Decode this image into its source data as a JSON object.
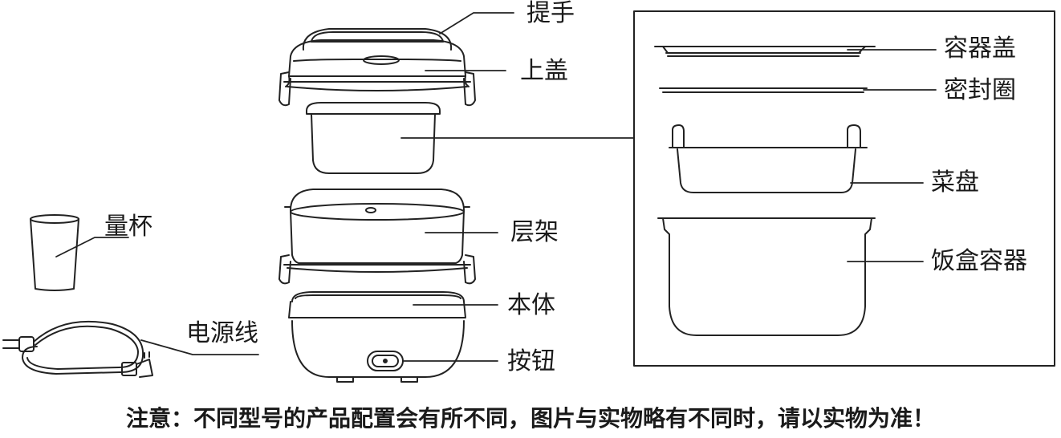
{
  "labels": {
    "handle": "提手",
    "top_lid": "上盖",
    "measuring_cup": "量杯",
    "tier_rack": "层架",
    "main_body": "本体",
    "power_cord": "电源线",
    "button": "按钮",
    "container_lid": "容器盖",
    "seal_ring": "密封圈",
    "dish_tray": "菜盘",
    "rice_container": "饭盒容器"
  },
  "notice": "注意：不同型号的产品配置会有所不同，图片与实物略有不同时，请以实物为准！"
}
